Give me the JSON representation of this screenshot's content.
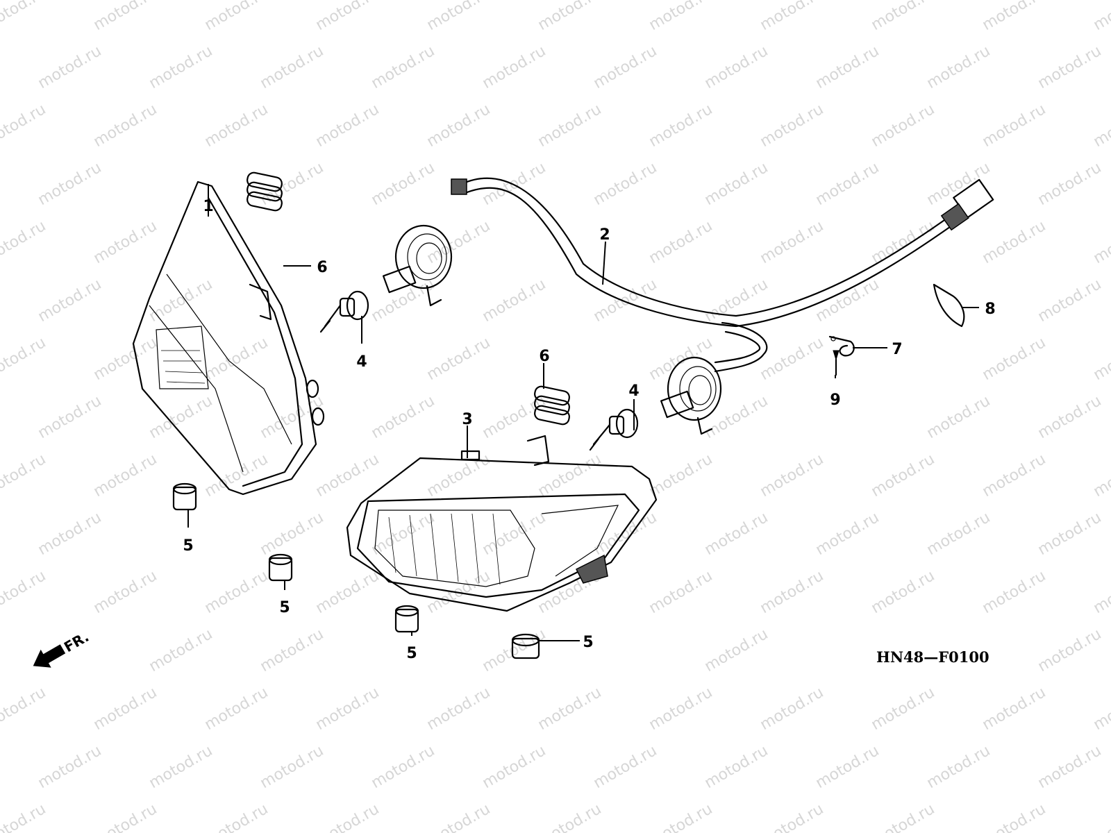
{
  "watermark": "motod.ru",
  "diagram_code": "HN48—F0100",
  "direction_label": "FR.",
  "callouts": {
    "headlight_left": "1",
    "wire_harness": "2",
    "headlight_right": "3",
    "bulb_left": "4",
    "bulb_right": "4",
    "grommet_a": "5",
    "grommet_b": "5",
    "grommet_c": "5",
    "grommet_d": "5",
    "rubber_left": "6",
    "rubber_right": "6",
    "clamp": "7",
    "band": "8",
    "screw": "9"
  }
}
